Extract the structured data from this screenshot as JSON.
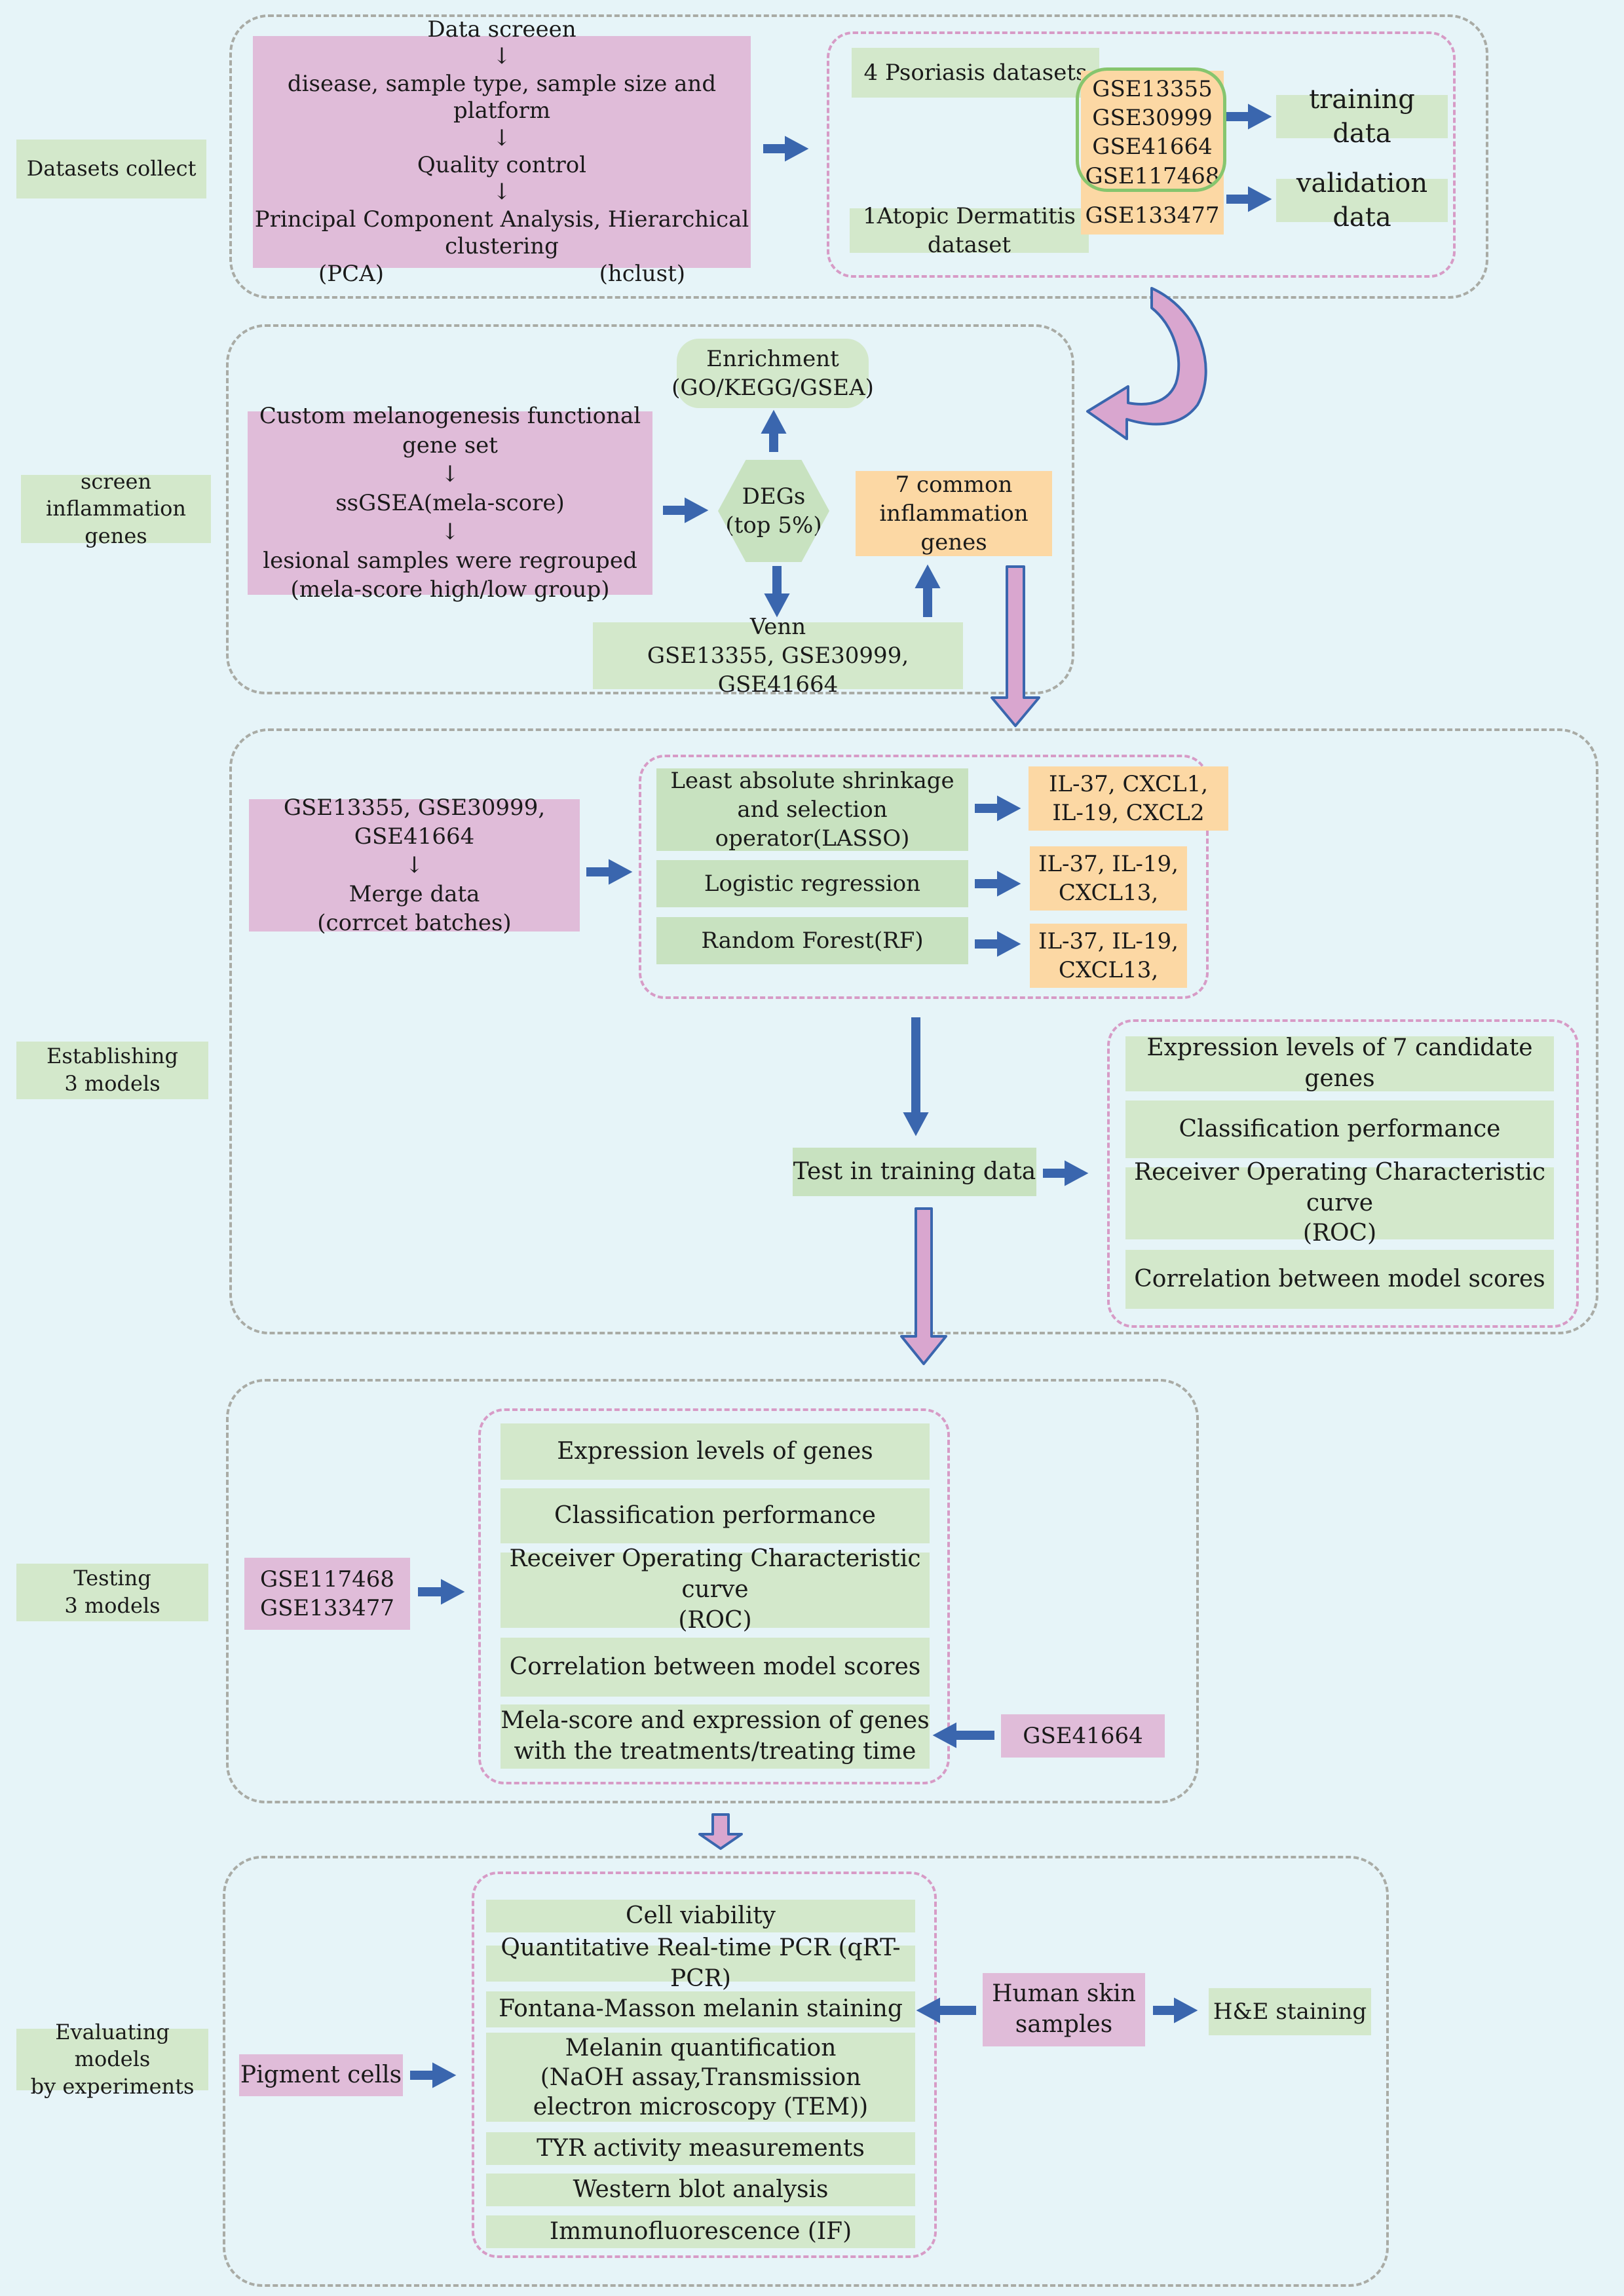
{
  "colors": {
    "background": "#e6f4f8",
    "pink": "#e0bcd9",
    "green": "#d3e8cb",
    "orange": "#fcd8a4",
    "arrow_blue": "#3a66ae",
    "arrow_pink": "#d9a6cf"
  },
  "section1": {
    "label": "Datasets collect",
    "pipeline": {
      "line1": "Data screeen",
      "line2": "disease, sample type, sample size and platform",
      "line3": "Quality control",
      "line4": "Principal Component Analysis, Hierarchical clustering",
      "line5a": "(PCA)",
      "line5b": "(hclust)"
    },
    "psoriasis_label": "4 Psoriasis datasets",
    "atopic_label": "1Atopic Dermatitis dataset",
    "datasets": [
      "GSE13355",
      "GSE30999",
      "GSE41664",
      "GSE117468",
      "GSE133477"
    ],
    "training_label": "training data",
    "validation_label": "validation data"
  },
  "section2": {
    "label_line1": "screen",
    "label_line2": "inflammation genes",
    "geneset": {
      "line1": "Custom melanogenesis functional gene set",
      "line2": "ssGSEA(mela-score)",
      "line3": "lesional samples were regrouped",
      "line4": "(mela-score high/low group)"
    },
    "enrichment_line1": "Enrichment",
    "enrichment_line2": "(GO/KEGG/GSEA)",
    "degs_line1": "DEGs",
    "degs_line2": "(top 5%)",
    "common_line1": "7 common",
    "common_line2": "inflammation genes",
    "venn_line1": "Venn",
    "venn_line2": "GSE13355, GSE30999, GSE41664"
  },
  "section3": {
    "label_line1": "Establishing",
    "label_line2": "3 models",
    "merge": {
      "line1": "GSE13355, GSE30999, GSE41664",
      "line2": "Merge data",
      "line3": "(corrcet batches)"
    },
    "lasso_line1": "Least absolute shrinkage",
    "lasso_line2": "and selection operator(LASSO)",
    "logistic": "Logistic regression",
    "rf": "Random Forest(RF)",
    "lasso_genes_line1": "IL-37, CXCL1,",
    "lasso_genes_line2": "IL-19, CXCL2",
    "logistic_genes_line1": "IL-37, IL-19,",
    "logistic_genes_line2": "CXCL13,",
    "rf_genes_line1": "IL-37, IL-19,",
    "rf_genes_line2": "CXCL13,",
    "test_label": "Test in training data",
    "results": [
      "Expression levels of 7 candidate genes",
      "Classification performance",
      "Receiver Operating Characteristic curve",
      "(ROC)",
      "Correlation between model scores"
    ]
  },
  "section4": {
    "label_line1": "Testing",
    "label_line2": "3 models",
    "input_line1": "GSE117468",
    "input_line2": "GSE133477",
    "side_input": "GSE41664",
    "results": [
      "Expression levels of  genes",
      "Classification performance",
      "Receiver Operating Characteristic curve",
      "(ROC)",
      "Correlation between model scores",
      "Mela-score and expression of genes",
      "with the treatments/treating time"
    ]
  },
  "section5": {
    "label_line1": "Evaluating models",
    "label_line2": "by experiments",
    "pigment": "Pigment cells",
    "human_line1": "Human skin",
    "human_line2": "samples",
    "he": "H&E staining",
    "experiments": [
      "Cell viability",
      "Quantitative Real-time PCR (qRT-PCR)",
      "Fontana-Masson melanin staining",
      "Melanin quantification",
      "(NaOH assay,Transmission",
      "electron microscopy (TEM))",
      "TYR activity measurements",
      "Western blot analysis",
      "Immunofluorescence (IF)"
    ]
  },
  "arrow_glyph": "↓"
}
